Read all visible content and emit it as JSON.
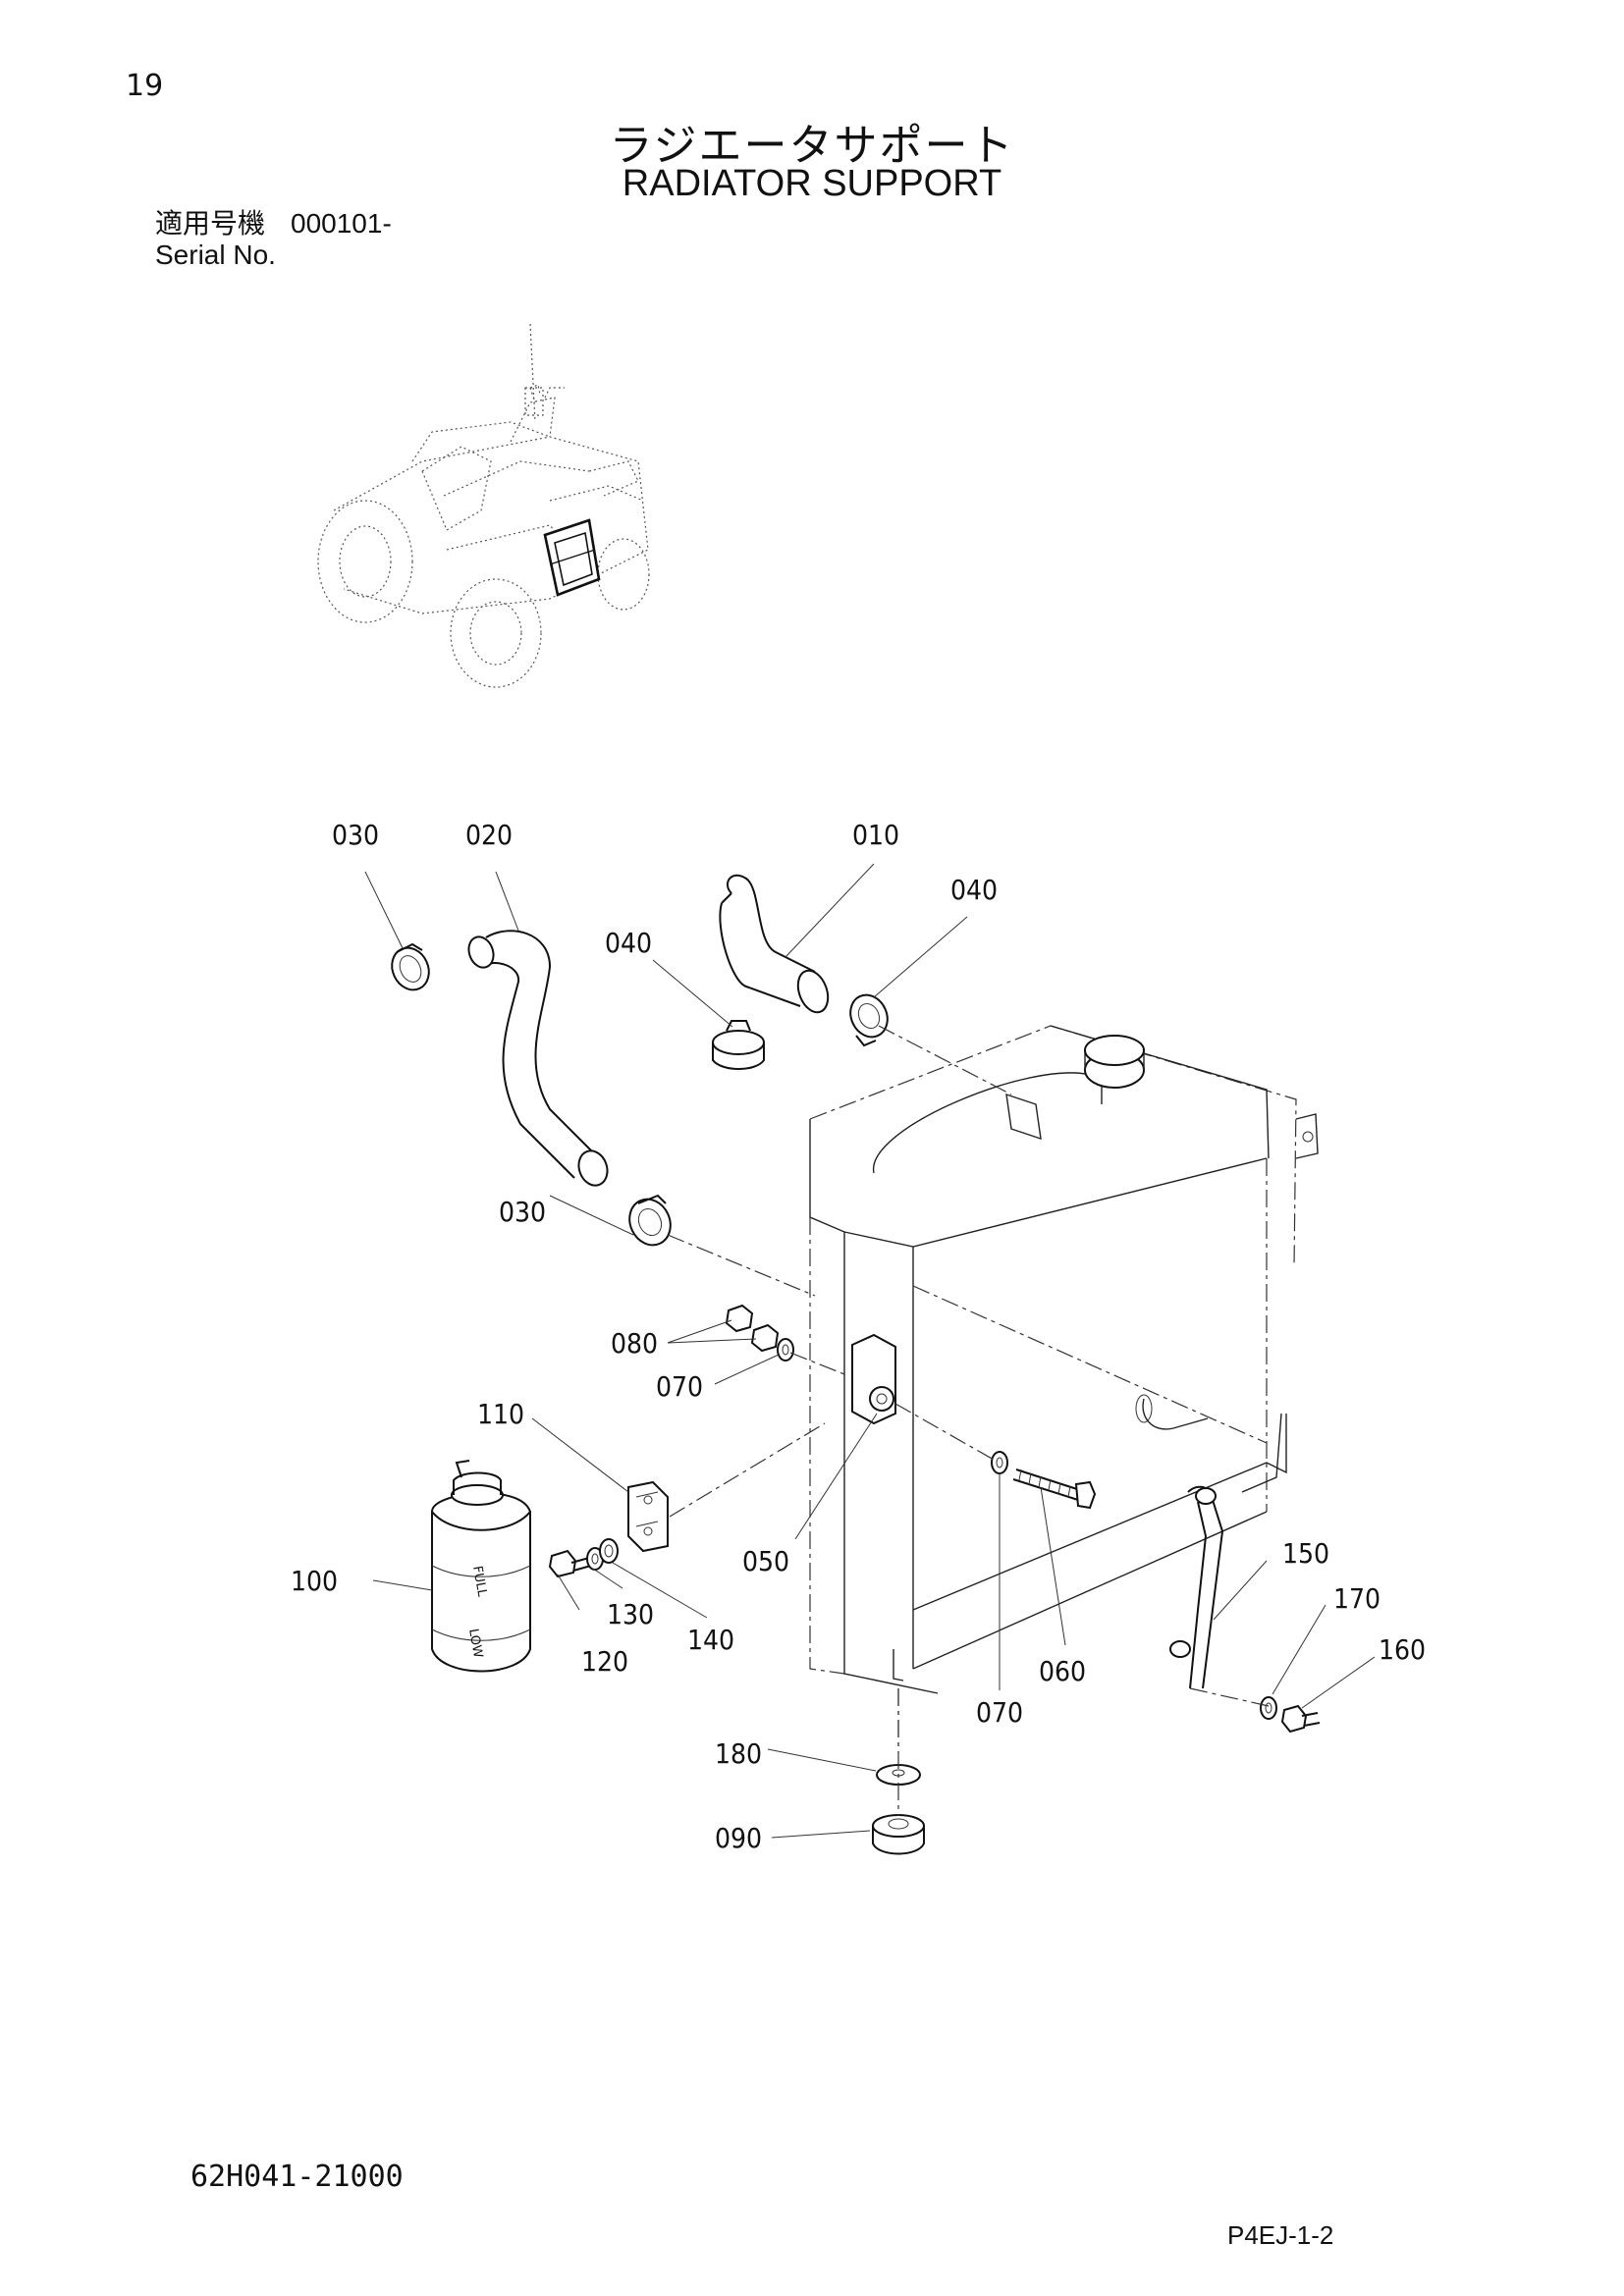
{
  "page": {
    "number": "19",
    "title_ja": "ラジエータサポート",
    "title_en": "RADIATOR SUPPORT",
    "serial_label_ja": "適用号機",
    "serial_value": "000101-",
    "serial_label_en": "Serial No.",
    "drawing_number": "62H041-21000",
    "page_code": "P4EJ-1-2"
  },
  "tank_markings": {
    "full": "FULL",
    "low": "LOW"
  },
  "callouts": [
    {
      "id": "030a",
      "label": "030"
    },
    {
      "id": "020",
      "label": "020"
    },
    {
      "id": "010",
      "label": "010"
    },
    {
      "id": "040a",
      "label": "040"
    },
    {
      "id": "040b",
      "label": "040"
    },
    {
      "id": "030b",
      "label": "030"
    },
    {
      "id": "080",
      "label": "080"
    },
    {
      "id": "070a",
      "label": "070"
    },
    {
      "id": "110",
      "label": "110"
    },
    {
      "id": "100",
      "label": "100"
    },
    {
      "id": "050",
      "label": "050"
    },
    {
      "id": "130",
      "label": "130"
    },
    {
      "id": "140",
      "label": "140"
    },
    {
      "id": "120",
      "label": "120"
    },
    {
      "id": "150",
      "label": "150"
    },
    {
      "id": "170",
      "label": "170"
    },
    {
      "id": "160",
      "label": "160"
    },
    {
      "id": "060",
      "label": "060"
    },
    {
      "id": "070b",
      "label": "070"
    },
    {
      "id": "180",
      "label": "180"
    },
    {
      "id": "090",
      "label": "090"
    }
  ]
}
